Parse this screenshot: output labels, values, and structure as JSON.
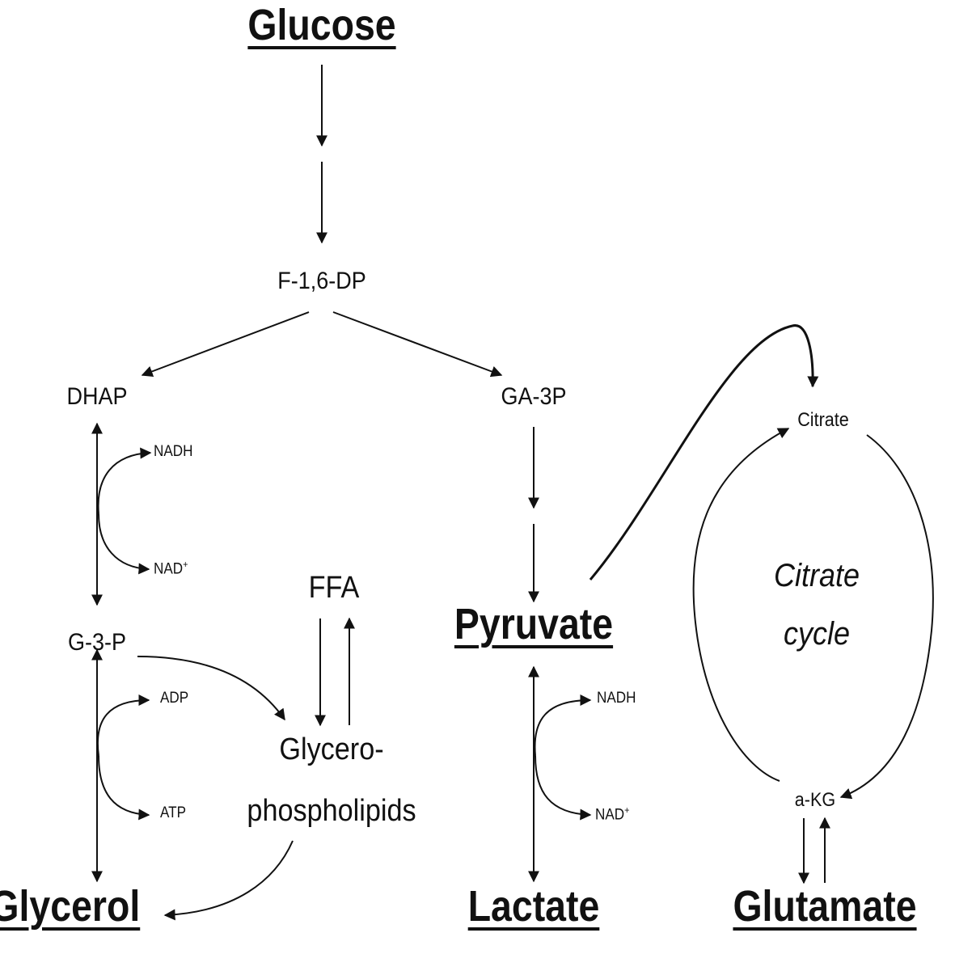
{
  "metabolites": {
    "glucose": "Glucose",
    "f16dp": "F-1,6-DP",
    "dhap": "DHAP",
    "ga3p": "GA-3P",
    "g3p": "G-3-P",
    "ffa": "FFA",
    "glycerophospholipids_line1": "Glycero-",
    "glycerophospholipids_line2": "phospholipids",
    "glycerol": "Glycerol",
    "pyruvate": "Pyruvate",
    "lactate": "Lactate",
    "citrate": "Citrate",
    "akg": "a-KG",
    "glutamate": "Glutamate"
  },
  "cofactors": {
    "dhap_nadh": "NADH",
    "dhap_nad": "NAD",
    "dhap_nad_sup": "+",
    "g3p_adp": "ADP",
    "g3p_atp": "ATP",
    "pyr_nadh": "NADH",
    "pyr_nad": "NAD",
    "pyr_nad_sup": "+"
  },
  "cycle": {
    "line1": "Citrate",
    "line2": "cycle"
  }
}
